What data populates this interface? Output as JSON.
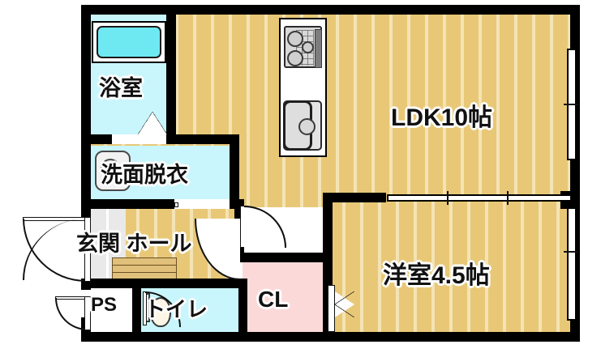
{
  "plan": {
    "title": "間取り図",
    "type": "floor-plan",
    "units": "帖",
    "colors": {
      "wall": "#000000",
      "wood_floor": "#e8c877",
      "wood_floor_stripe": "#f4e3b4",
      "wet_area": "#c8f6fc",
      "bathtub": "#6ee9f2",
      "closet": "#fcd9d9",
      "tile_entry": "#e9e9e9",
      "white": "#ffffff",
      "step_wood": "#e0c07a"
    },
    "rooms": [
      {
        "id": "ldk",
        "label": "LDK10帖",
        "name": "LDK",
        "size": "10帖",
        "floor": "wood"
      },
      {
        "id": "yoshitsu",
        "label": "洋室4.5帖",
        "name": "洋室",
        "size": "4.5帖",
        "floor": "wood"
      },
      {
        "id": "yokushitsu",
        "label": "浴室",
        "name": "浴室",
        "size": "",
        "floor": "wet"
      },
      {
        "id": "senmen",
        "label": "洗面脱衣",
        "name": "洗面脱衣室",
        "size": "",
        "floor": "wet"
      },
      {
        "id": "genkanhall",
        "label": "玄関 ホール",
        "name": "玄関・ホール",
        "size": "",
        "floor": "tile+wood"
      },
      {
        "id": "ps",
        "label": "PS",
        "name": "パイプスペース",
        "size": "",
        "floor": "white"
      },
      {
        "id": "toire",
        "label": "トイレ",
        "name": "トイレ",
        "size": "",
        "floor": "wet"
      },
      {
        "id": "cl",
        "label": "CL",
        "name": "クローゼット",
        "size": "",
        "floor": "closet"
      }
    ],
    "fixtures": [
      {
        "id": "bathtub",
        "name": "浴槽"
      },
      {
        "id": "stove",
        "name": "3口ガスコンロ",
        "burners": 3
      },
      {
        "id": "sink",
        "name": "キッチンシンク"
      },
      {
        "id": "washbasin",
        "name": "洗面台"
      },
      {
        "id": "toilet",
        "name": "便器"
      },
      {
        "id": "entry-step",
        "name": "上がり框"
      }
    ],
    "openings": [
      {
        "id": "entrance-door",
        "name": "玄関ドア",
        "kind": "swing"
      },
      {
        "id": "ps-door",
        "name": "PS点検扉",
        "kind": "swing"
      },
      {
        "id": "toilet-door",
        "name": "トイレドア",
        "kind": "swing"
      },
      {
        "id": "hall-ldk-door",
        "name": "ホール-LDKドア",
        "kind": "swing"
      },
      {
        "id": "hall-senmen-door",
        "name": "洗面脱衣ドア",
        "kind": "swing"
      },
      {
        "id": "bath-door",
        "name": "浴室ドア",
        "kind": "folding"
      },
      {
        "id": "cl-door",
        "name": "クローゼット扉",
        "kind": "folding"
      },
      {
        "id": "ldk-yoshitsu-sliding",
        "name": "LDK-洋室間仕切り",
        "kind": "sliding"
      },
      {
        "id": "window-ldk",
        "name": "LDK窓",
        "kind": "window"
      },
      {
        "id": "window-yoshitsu",
        "name": "洋室窓",
        "kind": "window"
      }
    ]
  }
}
